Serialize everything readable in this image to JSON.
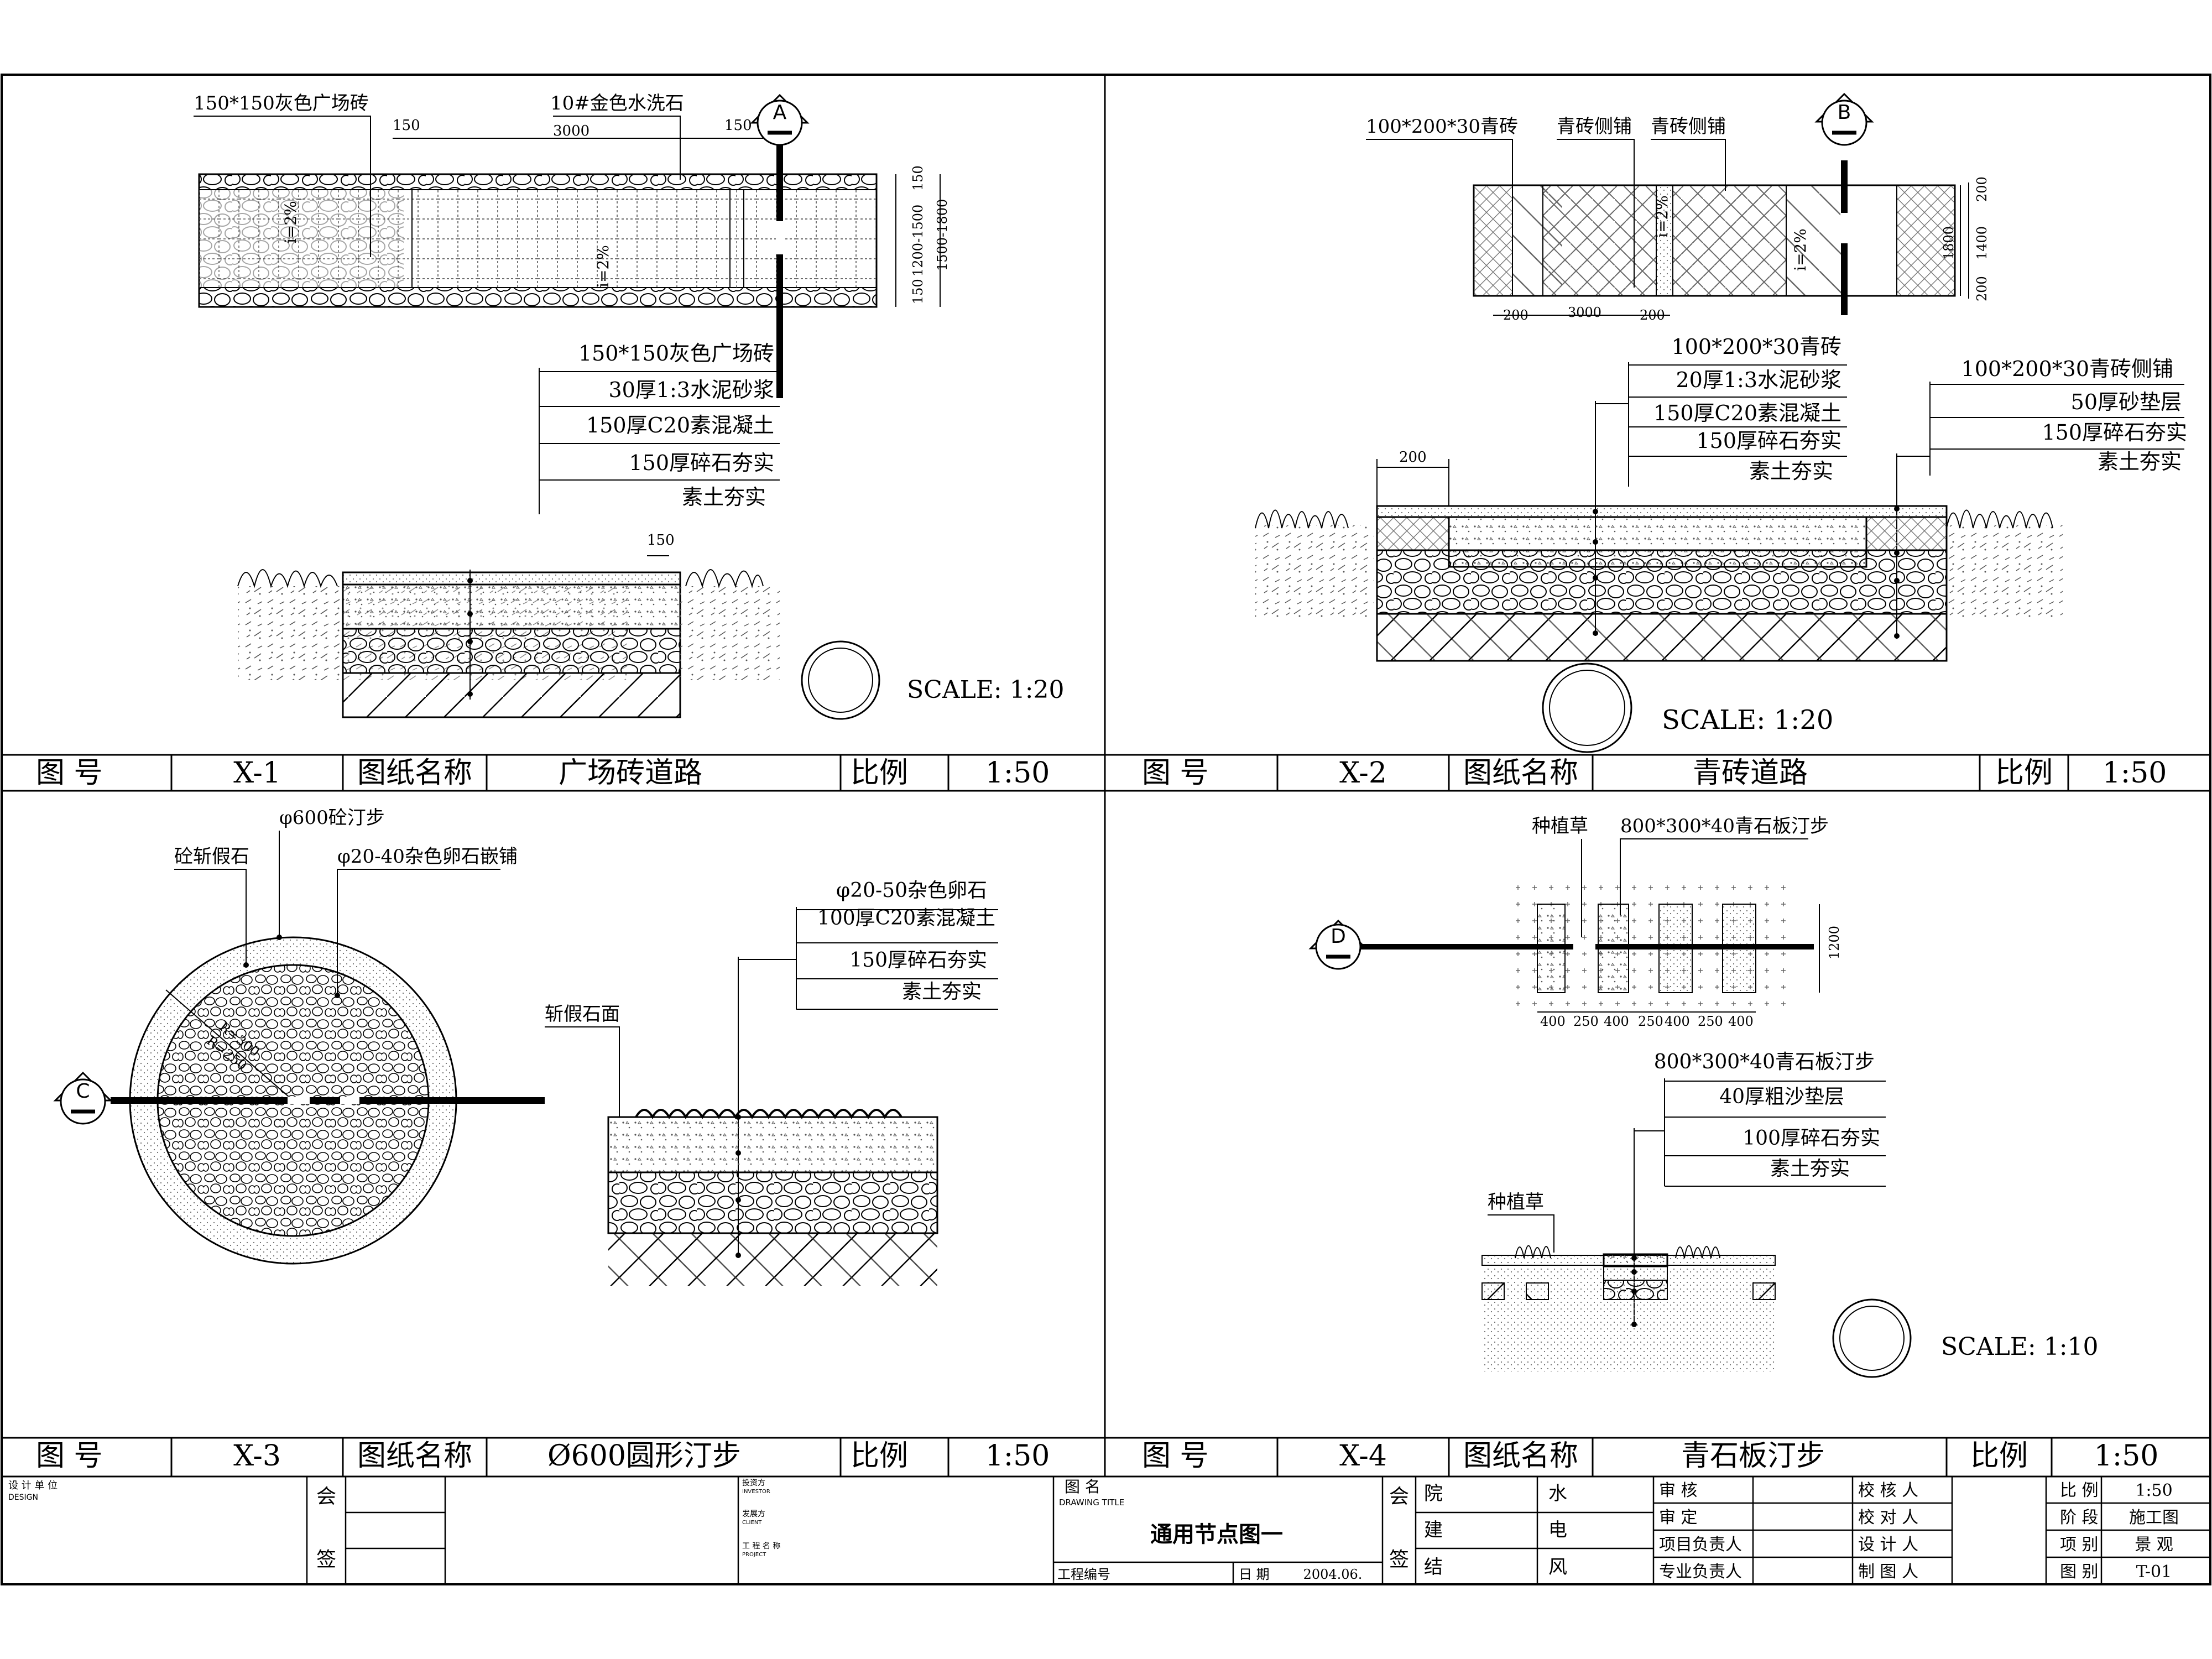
{
  "panels": {
    "x1": {
      "plan_labels": [
        "150*150灰色广场砖",
        "10#金色水洗石"
      ],
      "plan_dims": [
        "150",
        "3000",
        "150"
      ],
      "side_dims": [
        "150",
        "1200-1500",
        "1500-1800",
        "150"
      ],
      "slopes": [
        "i=2%",
        "i=2%"
      ],
      "section_marker": "A",
      "layers": [
        "150*150灰色广场砖",
        "30厚1:3水泥砂浆",
        "150厚C20素混凝土",
        "150厚碎石夯实",
        "素土夯实"
      ],
      "edge_dim": "150",
      "scale": "SCALE: 1:20",
      "title_block": {
        "fig_label": "图  号",
        "fig_no": "X-1",
        "name_label": "图纸名称",
        "name": "广场砖道路",
        "ratio_label": "比例",
        "ratio": "1:50"
      }
    },
    "x2": {
      "plan_labels": [
        "100*200*30青砖",
        "青砖侧铺",
        "青砖侧铺"
      ],
      "plan_dims": [
        "200",
        "3000",
        "200"
      ],
      "side_dims": [
        "200",
        "1400",
        "1800",
        "200"
      ],
      "slopes": [
        "i=2%",
        "i=2%"
      ],
      "section_marker": "B",
      "layers_main": [
        "100*200*30青砖",
        "20厚1:3水泥砂浆",
        "150厚C20素混凝土",
        "150厚碎石夯实",
        "素土夯实"
      ],
      "layers_edge": [
        "100*200*30青砖侧铺",
        "50厚砂垫层",
        "150厚碎石夯实",
        "素土夯实"
      ],
      "edge_dim": "200",
      "scale": "SCALE: 1:20",
      "title_block": {
        "fig_label": "图  号",
        "fig_no": "X-2",
        "name_label": "图纸名称",
        "name": "青砖道路",
        "ratio_label": "比例",
        "ratio": "1:50"
      }
    },
    "x3": {
      "plan_labels": [
        "φ600砼汀步",
        "砼斩假石",
        "φ20-40杂色卵石嵌铺"
      ],
      "radii": [
        "R=300",
        "R=250"
      ],
      "section_marker": "C",
      "surface_label": "斩假石面",
      "layers": [
        "φ20-50杂色卵石",
        "100厚C20素混凝土",
        "150厚碎石夯实",
        "素土夯实"
      ],
      "title_block": {
        "fig_label": "图  号",
        "fig_no": "X-3",
        "name_label": "图纸名称",
        "name": "Ø600圆形汀步",
        "ratio_label": "比例",
        "ratio": "1:50"
      }
    },
    "x4": {
      "plan_labels": [
        "种植草",
        "800*300*40青石板汀步"
      ],
      "plan_dims": [
        "400",
        "250",
        "400",
        "250",
        "400",
        "250",
        "400"
      ],
      "side_dim": "1200",
      "section_marker": "D",
      "layers": [
        "800*300*40青石板汀步",
        "40厚粗沙垫层",
        "100厚碎石夯实",
        "素土夯实"
      ],
      "grass_label": "种植草",
      "scale": "SCALE: 1:10",
      "title_block": {
        "fig_label": "图  号",
        "fig_no": "X-4",
        "name_label": "图纸名称",
        "name": "青石板汀步",
        "ratio_label": "比例",
        "ratio": "1:50"
      }
    }
  },
  "footer": {
    "design_unit": "设 计 单 位",
    "design_unit_en": "DESIGN",
    "hui": "会",
    "qian": "签",
    "investor": "投资方",
    "investor_en": "INVESTOR",
    "client": "发展方",
    "client_en": "CLIENT",
    "project": "工 程 名 称",
    "project_en": "PROJECT",
    "drawing_title_label": "图      名",
    "drawing_title_en": "DRAWING TITLE",
    "drawing_title": "通用节点图一",
    "project_no": "工程编号",
    "date_label": "日 期",
    "date": "2004.06.",
    "disciplines": [
      [
        "院",
        "水"
      ],
      [
        "建",
        "电"
      ],
      [
        "结",
        "风"
      ]
    ],
    "roles": [
      [
        "审      核",
        "校 核 人"
      ],
      [
        "审      定",
        "校 对 人"
      ],
      [
        "项目负责人",
        "设 计 人"
      ],
      [
        "专业负责人",
        "制 图 人"
      ]
    ],
    "info": [
      [
        "比    例",
        "1:50"
      ],
      [
        "阶    段",
        "施工图"
      ],
      [
        "项    别",
        "景 观"
      ],
      [
        "图    别",
        "T-01"
      ]
    ]
  }
}
